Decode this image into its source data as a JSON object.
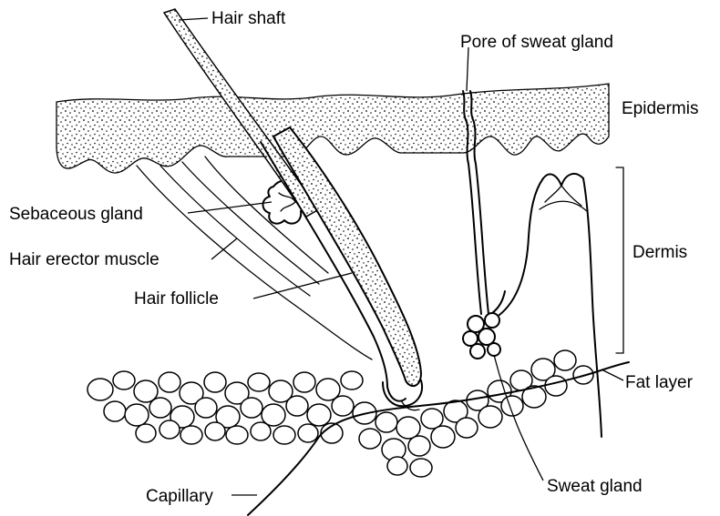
{
  "diagram": {
    "labels": {
      "hair_shaft": "Hair shaft",
      "pore_of_sweat_gland": "Pore of sweat gland",
      "epidermis": "Epidermis",
      "sebaceous_gland": "Sebaceous gland",
      "dermis": "Dermis",
      "hair_erector_muscle": "Hair erector muscle",
      "hair_follicle": "Hair follicle",
      "fat_layer": "Fat layer",
      "sweat_gland": "Sweat gland",
      "capillary": "Capillary"
    },
    "colors": {
      "ink": "#000000",
      "background": "#ffffff"
    }
  }
}
